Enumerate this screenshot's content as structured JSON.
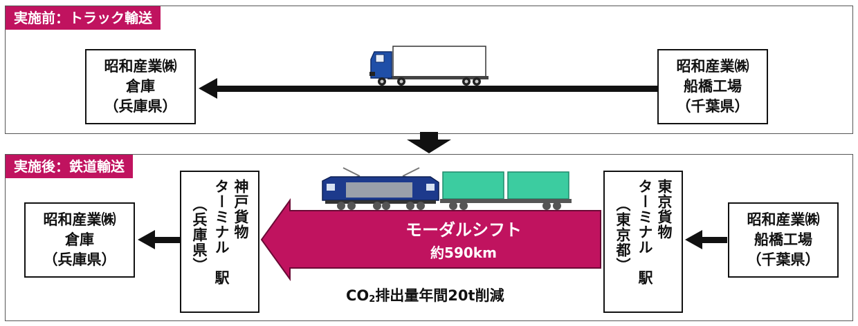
{
  "colors": {
    "accent": "#c0135f",
    "line": "#111111",
    "container": "#3ccca0",
    "loco_blue": "#1d3a8c",
    "truck_blue": "#1f4fa8"
  },
  "before": {
    "title": "実施前：トラック輸送",
    "mode_icon": "truck-icon",
    "warehouse": {
      "line1": "昭和産業㈱",
      "line2": "倉庫",
      "line3": "（兵庫県）"
    },
    "factory": {
      "line1": "昭和産業㈱",
      "line2": "船橋工場",
      "line3": "（千葉県）"
    }
  },
  "after": {
    "title": "実施後：鉄道輸送",
    "mode_icon": "freight-train-icon",
    "warehouse": {
      "line1": "昭和産業㈱",
      "line2": "倉庫",
      "line3": "（兵庫県）"
    },
    "factory": {
      "line1": "昭和産業㈱",
      "line2": "船橋工場",
      "line3": "（千葉県）"
    },
    "kobe_terminal": {
      "name_col1": "神戸貨物",
      "name_col2": "ターミナル",
      "name_col3": "駅",
      "pref": "兵庫県"
    },
    "tokyo_terminal": {
      "name_col1": "東京貨物",
      "name_col2": "ターミナル",
      "name_col3": "駅",
      "pref": "東京都"
    },
    "modal_shift": "モーダルシフト",
    "distance": "約590km",
    "co2_prefix": "CO",
    "co2_sub": "2",
    "co2_suffix": "排出量年間20t削減"
  }
}
